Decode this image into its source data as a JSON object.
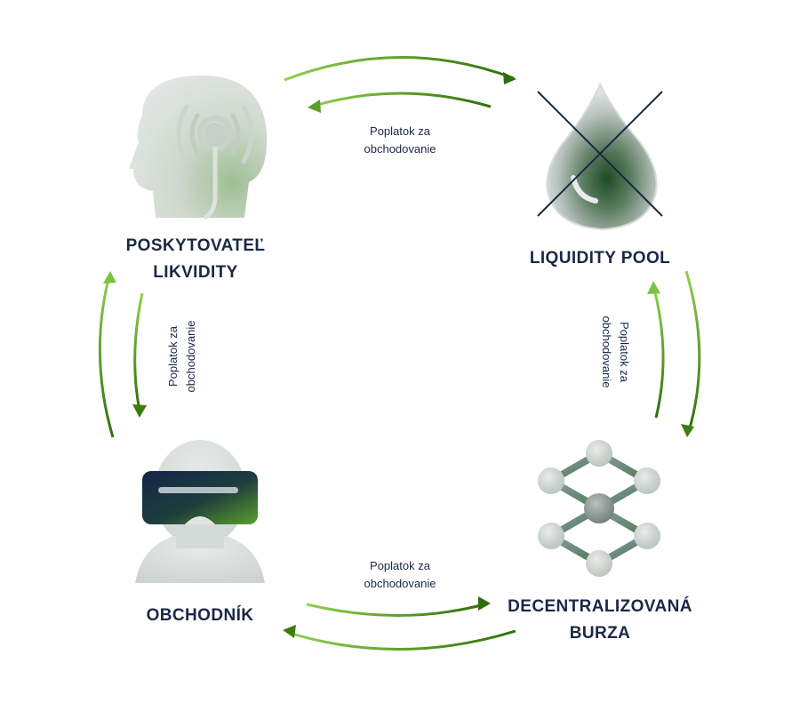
{
  "nodes": {
    "provider": {
      "line1": "POSKYTOVATEĽ",
      "line2": "LIKVIDITY",
      "icon": "head-signal-icon"
    },
    "pool": {
      "line1": "LIQUIDITY POOL",
      "icon": "crossed-drop-icon"
    },
    "dex": {
      "line1": "DECENTRALIZOVANÁ",
      "line2": "BURZA",
      "icon": "network-hexagon-icon"
    },
    "trader": {
      "line1": "OBCHODNÍK",
      "icon": "vr-headset-person-icon"
    }
  },
  "fees": {
    "top": {
      "line1": "Poplatok za",
      "line2": "obchodovanie"
    },
    "left": {
      "line1": "Poplatok za",
      "line2": "obchodovanie"
    },
    "right": {
      "line1": "Poplatok za",
      "line2": "obchodovanie"
    },
    "bottom": {
      "line1": "Poplatok za",
      "line2": "obchodovanie"
    }
  },
  "colors": {
    "text": "#1b2745",
    "arrow_light": "#7cc242",
    "arrow_dark": "#3a7d10",
    "icon_fill": "#d5dad6",
    "icon_accent": "#2f6a2d",
    "navy": "#13254a"
  }
}
